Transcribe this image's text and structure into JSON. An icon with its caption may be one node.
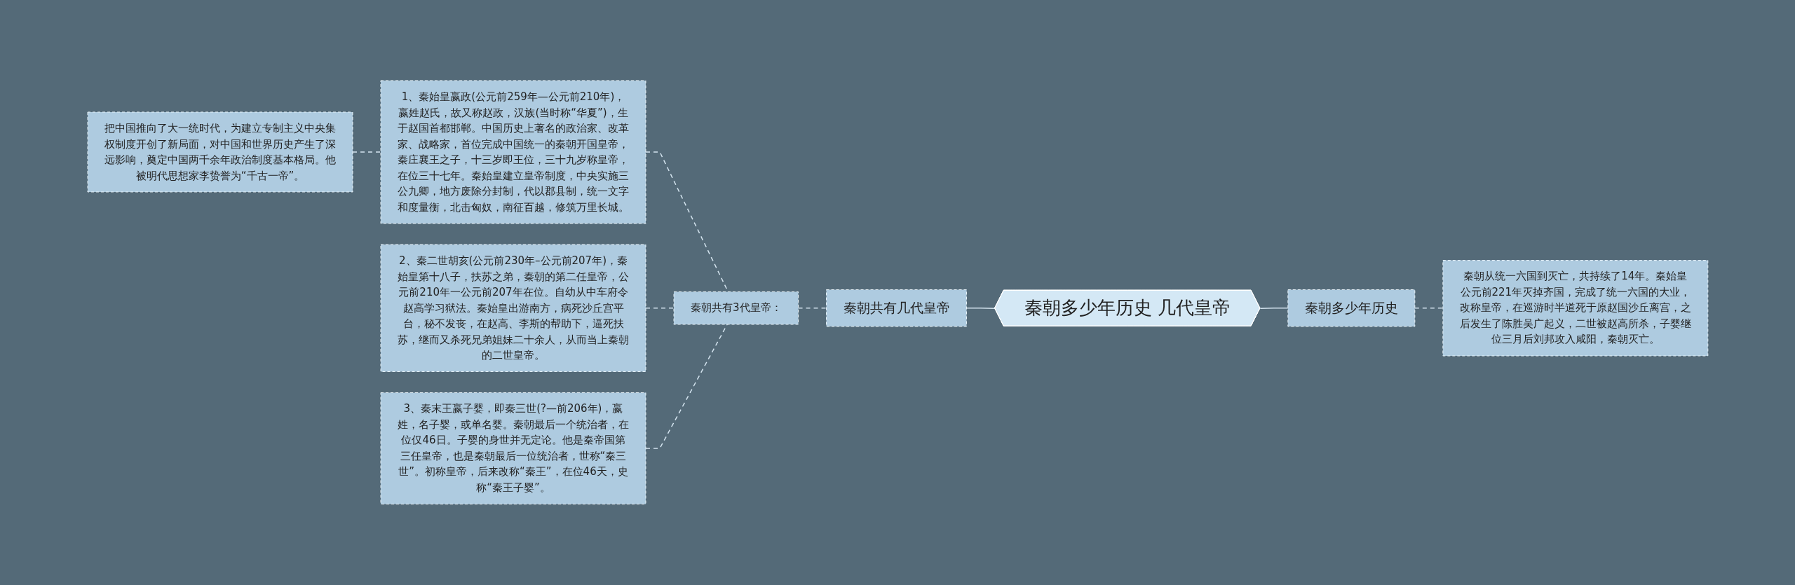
{
  "diagram": {
    "nodes": [
      {
        "text": [
          "秦朝多少年历史 几代皇帝"
        ]
      },
      {
        "text": [
          "秦朝共有几代皇帝"
        ]
      },
      {
        "text": [
          "秦朝共有3代皇帝："
        ]
      },
      {
        "text": [
          "1、秦始皇嬴政(公元前259年—公元前210年)，嬴姓赵氏，故又称赵政，汉族(当时称“华夏”)，生于赵国首都邯郸。中国历史上著名的政治家、改革家、战略家，首位完成中国统一的秦朝开国皇帝，秦庄襄王之子，十三岁即王位，三十九岁称皇帝，在位三十七年。秦始皇建立皇帝制度，中央实施三公九卿，地方废除分封制，代以郡县制，统一文字和度量衡，北击匈奴，南征百越，修筑万里长城。"
        ]
      },
      {
        "text": [
          "把中国推向了大一统时代，为建立专制主义中央集权制度开创了新局面，对中国和世界历史产生了深远影响，奠定中国两千余年政治制度基本格局。他被明代思想家李贽誉为“千古一帝”。"
        ]
      },
      {
        "text": [
          "2、秦二世胡亥(公元前230年–公元前207年)，秦始皇第十八子，扶苏之弟，秦朝的第二任皇帝，公元前210年一公元前207年在位。自幼从中车府令赵高学习狱法。秦始皇出游南方，病死沙丘宫平台，秘不发丧，在赵高、李斯的帮助下，逼死扶苏，继而又杀死兄弟姐妹二十余人，从而当上秦朝的二世皇帝。"
        ]
      },
      {
        "text": [
          "3、秦末王嬴子婴，即秦三世(?—前206年)，嬴姓，名子婴，或单名婴。秦朝最后一个统治者，在位仅46日。子婴的身世并无定论。他是秦帝国第三任皇帝，也是秦朝最后一位统治者，世称“秦三世”。初称皇帝，后来改称“秦王”，在位46天，史称“秦王子婴”。"
        ]
      },
      {
        "text": [
          "秦朝多少年历史"
        ]
      },
      {
        "text": [
          "秦朝从统一六国到灭亡，共持续了14年。秦始皇公元前221年灭掉齐国，完成了统一六国的大业，改称皇帝，在巡游时半道死于原赵国沙丘离宫，之后发生了陈胜吴广起义，二世被赵高所杀，子婴继位三月后刘邦攻入咸阳，秦朝灭亡。"
        ]
      }
    ],
    "edges": [
      {
        "from": 1,
        "to": 0,
        "arrow": "none"
      },
      {
        "from": 2,
        "to": 1,
        "arrow": "none",
        "style": "dashed"
      },
      {
        "from": 3,
        "to": 2,
        "arrow": "none",
        "style": "dashed"
      },
      {
        "from": 4,
        "to": 3,
        "arrow": "none",
        "style": "dashed"
      },
      {
        "from": 5,
        "to": 2,
        "arrow": "none",
        "style": "dashed"
      },
      {
        "from": 6,
        "to": 2,
        "arrow": "none",
        "style": "dashed"
      },
      {
        "from": 0,
        "to": 7,
        "arrow": "none"
      },
      {
        "from": 7,
        "to": 8,
        "arrow": "none",
        "style": "dashed"
      }
    ]
  }
}
